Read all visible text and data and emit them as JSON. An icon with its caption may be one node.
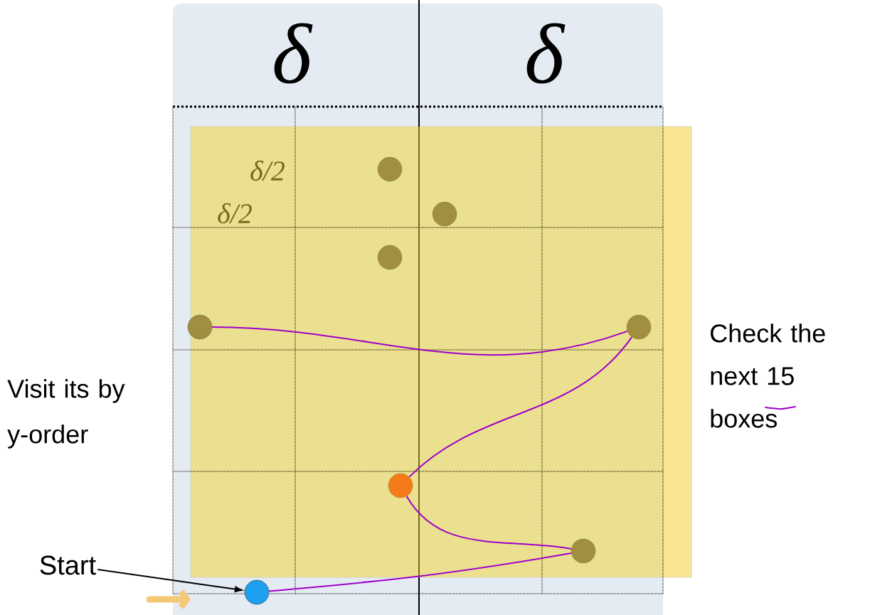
{
  "diagram": {
    "nodes": [
      {
        "text": [
          "Start"
        ]
      },
      {
        "text": [],
        "shape": "circle"
      },
      {
        "text": [],
        "shape": "circle"
      },
      {
        "text": [],
        "shape": "circle"
      },
      {
        "text": [],
        "shape": "circle"
      },
      {
        "text": [],
        "shape": "circle"
      },
      {
        "text": [],
        "shape": "circle"
      },
      {
        "text": [],
        "shape": "circle"
      },
      {
        "text": [],
        "shape": "circle"
      }
    ],
    "edges": [
      {
        "from": 0,
        "to": 8,
        "arrow": "to",
        "color": "#000000"
      },
      {
        "from": 8,
        "to": 7,
        "arrow": "none"
      },
      {
        "from": 7,
        "to": 6,
        "arrow": "none"
      },
      {
        "from": 6,
        "to": 5,
        "arrow": "none"
      },
      {
        "from": 5,
        "to": 4,
        "arrow": "none"
      }
    ],
    "labels": [
      "δ",
      "δ",
      "δ/2",
      "δ/2",
      "Check the next 15 boxes",
      "Visit its by y-order"
    ]
  }
}
